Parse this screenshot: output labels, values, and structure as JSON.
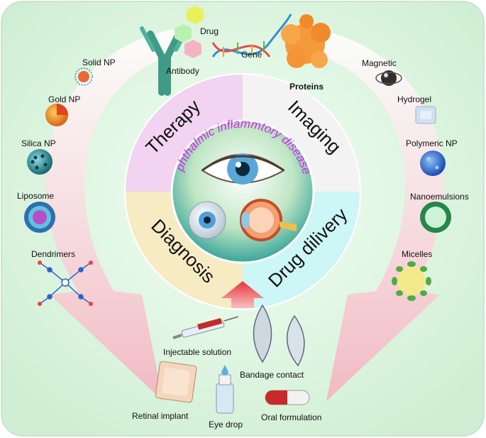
{
  "quadrants": {
    "therapy": "Therapy",
    "imaging": "Imaging",
    "diagnosis": "Diagnosis",
    "drug_delivery": "Drug dilivery"
  },
  "center_title": "Ophthalmic inflammtory diseases",
  "therapy_agents": {
    "drug": "Drug",
    "gene": "Gene",
    "antibody": "Antibody",
    "proteins": "Proteins"
  },
  "left_nanoparticles": {
    "solid_np": "Solid NP",
    "gold_np": "Gold NP",
    "silica_np": "Silica NP",
    "liposome": "Liposome",
    "dendrimers": "Dendrimers"
  },
  "right_nanoparticles": {
    "magnetic": "Magnetic",
    "hydrogel": "Hydrogel",
    "polymeric_np": "Polymeric NP",
    "nanoemulsions": "Nanoemulsions",
    "micelles": "Micelles"
  },
  "delivery_forms": {
    "injectable_solution": "Injectable solution",
    "bandage_contact": "Bandage contact",
    "retinal_implant": "Retinal implant",
    "eye_drop": "Eye drop",
    "oral_formulation": "Oral formulation"
  },
  "colors": {
    "background": "#dcf5e0",
    "therapy": "#f2d3f2",
    "imaging": "#f3f3f3",
    "diagnosis": "#f7ebc4",
    "drug_delivery": "#cdf6f6",
    "center_title": "#dd22ee",
    "arrow": "#f4bcc6"
  }
}
